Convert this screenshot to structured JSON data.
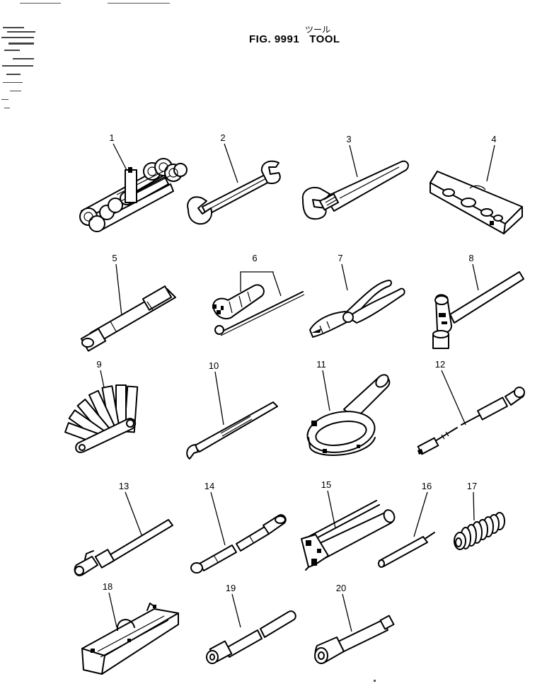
{
  "header": {
    "title_japanese": "ツール",
    "fig_label": "FIG. 9991",
    "title_english": "TOOL"
  },
  "callouts": [
    {
      "id": "1",
      "icon": "wrench-set-icon"
    },
    {
      "id": "2",
      "icon": "open-end-wrench-icon"
    },
    {
      "id": "3",
      "icon": "adjustable-wrench-icon"
    },
    {
      "id": "4",
      "icon": "tool-case-icon"
    },
    {
      "id": "5",
      "icon": "socket-handle-icon"
    },
    {
      "id": "6",
      "icon": "screwdriver-icon"
    },
    {
      "id": "7",
      "icon": "pliers-icon"
    },
    {
      "id": "8",
      "icon": "hammer-icon"
    },
    {
      "id": "9",
      "icon": "feeler-gauge-icon"
    },
    {
      "id": "10",
      "icon": "pry-bar-icon"
    },
    {
      "id": "11",
      "icon": "filter-wrench-icon"
    },
    {
      "id": "12",
      "icon": "grease-hose-icon"
    },
    {
      "id": "13",
      "icon": "extension-bar-icon"
    },
    {
      "id": "14",
      "icon": "pipe-extension-icon"
    },
    {
      "id": "15",
      "icon": "grease-gun-icon"
    },
    {
      "id": "16",
      "icon": "pin-punch-icon"
    },
    {
      "id": "17",
      "icon": "spring-icon"
    },
    {
      "id": "18",
      "icon": "tool-bag-icon"
    },
    {
      "id": "19",
      "icon": "coupling-bar-icon"
    },
    {
      "id": "20",
      "icon": "socket-icon"
    }
  ]
}
